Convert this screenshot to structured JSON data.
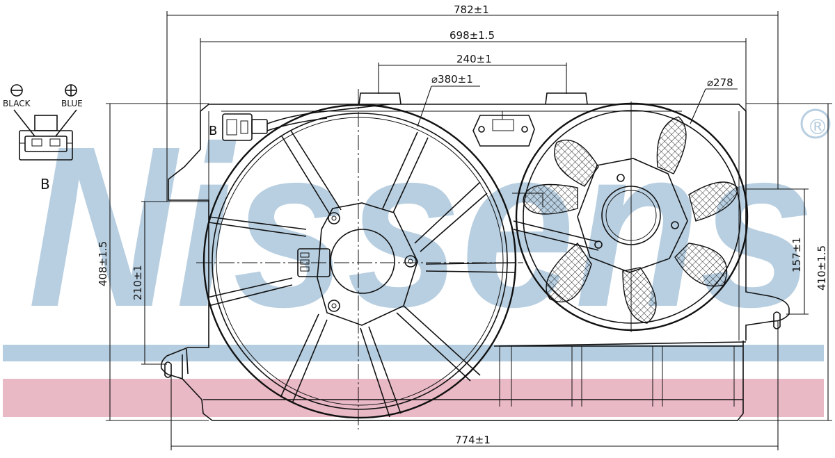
{
  "watermark": {
    "brand_text": "Nissens",
    "registered_mark": "®",
    "band_colors": {
      "blue": "#b5cde0",
      "pink": "#eab9c6",
      "letters": "#b8cfe1"
    }
  },
  "connector": {
    "wire_black_label": "BLACK",
    "wire_blue_label": "BLUE",
    "view_label": "B",
    "view_marker": "B"
  },
  "dimensions": {
    "overall_width": "782±1",
    "frame_width": "698±1.5",
    "fan_spacing": "240±1",
    "large_fan_diameter": "⌀380±1",
    "small_fan_diameter": "⌀278",
    "mount_height": "210±1",
    "overall_height_left": "408±1.5",
    "right_offset": "157±1",
    "overall_height_right": "410±1.5",
    "mount_spacing": "774±1"
  }
}
